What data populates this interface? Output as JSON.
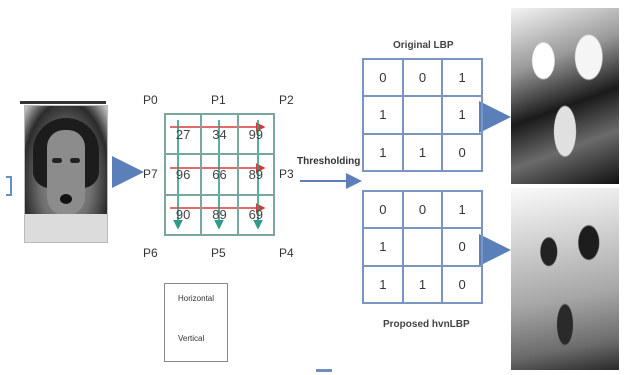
{
  "pixel_labels": {
    "p0": "P0",
    "p1": "P1",
    "p2": "P2",
    "p3": "P3",
    "p4": "P4",
    "p5": "P5",
    "p6": "P6",
    "p7": "P7"
  },
  "grid_values": [
    "27",
    "34",
    "99",
    "96",
    "66",
    "89",
    "90",
    "89",
    "69"
  ],
  "thresholding_label": "Thresholding",
  "original_lbp": {
    "title": "Original LBP",
    "cells": [
      "0",
      "0",
      "1",
      "1",
      "",
      "1",
      "1",
      "1",
      "0"
    ]
  },
  "proposed_lbp": {
    "title": "Proposed hvnLBP",
    "cells": [
      "0",
      "0",
      "1",
      "1",
      "",
      "0",
      "1",
      "1",
      "0"
    ]
  },
  "legend": {
    "horizontal": "Horizontal",
    "vertical": "Vertical"
  },
  "colors": {
    "arrow_blue": "#5b7fb8",
    "horizontal_arrow": "#d9383a",
    "vertical_arrow": "#2f9a8a",
    "grid_border": "#7aa6a0",
    "table_border": "#7b95c2"
  }
}
